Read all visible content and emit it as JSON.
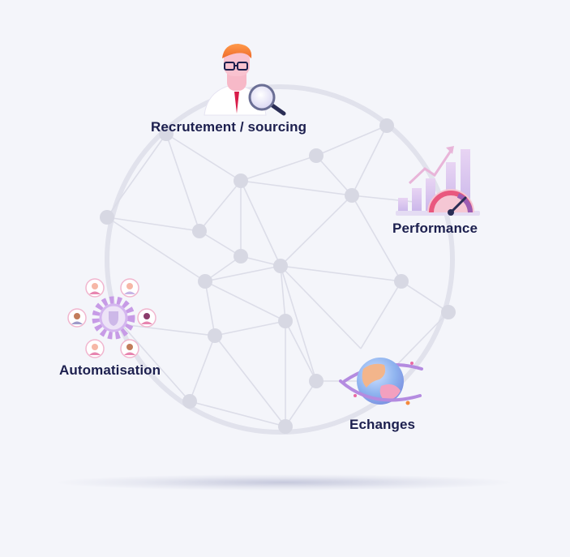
{
  "nodes_labels": {
    "recrutement": "Recrutement / sourcing",
    "performance": "Performance",
    "automatisation": "Automatisation",
    "echanges": "Echanges"
  },
  "colors": {
    "background": "#f4f5fa",
    "network_line": "#dcdde8",
    "network_node": "#d7d8e3",
    "label_text": "#1c1f4e",
    "accent_pink": "#e96aa3",
    "accent_purple": "#b48be0",
    "accent_orange": "#f48a3c"
  },
  "icons": {
    "recrutement": "recruiter-magnifier-icon",
    "performance": "performance-gauge-chart-icon",
    "automatisation": "automation-gear-people-icon",
    "echanges": "globe-orbit-icon"
  }
}
